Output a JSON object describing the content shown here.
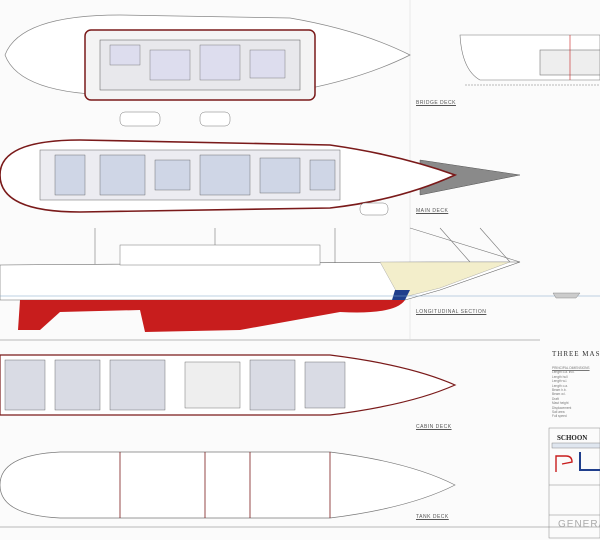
{
  "drawing": {
    "views": {
      "bridge_deck": "BRIDGE DECK",
      "main_deck": "MAIN DECK",
      "longitudinal_section": "LONGITUDINAL SECTION",
      "cabin_deck": "CABIN DECK",
      "tank_deck": "TANK DECK"
    },
    "title_block": {
      "heading": "THREE MASTE",
      "dimensions_heading": "PRINCIPAL DIMENSIONS",
      "dimensions": [
        "Length o.a. incl.",
        "Length hull",
        "Length w.l.",
        "Length o.a.",
        "Beam h.b.",
        "Beam w.l.",
        "Draft",
        "Mast height",
        "Displacement",
        "Sail area",
        "Full speed"
      ],
      "type": "SCHOON",
      "sheet": "GENERAL"
    },
    "colors": {
      "keel": "#c81d1d",
      "hull_outline": "#7a1a1a",
      "bowsprit": "#8a8a8a",
      "bow_fill": "#f3eecb",
      "waterline_blue": "#1f3e8c"
    }
  }
}
